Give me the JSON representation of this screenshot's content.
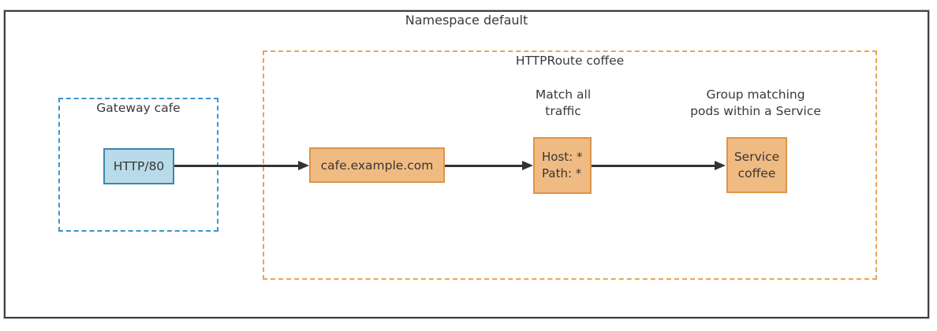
{
  "namespace": {
    "label": "Namespace default"
  },
  "gateway": {
    "label": "Gateway cafe",
    "listener_label": "HTTP/80"
  },
  "httproute": {
    "label": "HTTPRoute coffee",
    "hostname_label": "cafe.example.com",
    "match_annotation": {
      "line1": "Match all",
      "line2": "traffic"
    },
    "match_rule": {
      "host": "Host: *",
      "path": "Path: *"
    },
    "backend_annotation": {
      "line1": "Group matching",
      "line2": "pods within a Service"
    },
    "service": {
      "line1": "Service",
      "line2": "coffee"
    }
  },
  "colors": {
    "outer_border": "#3f3f3f",
    "gateway_dash": "#3a96cc",
    "gateway_node_fill": "#b9dae9",
    "gateway_node_border": "#3e87ad",
    "route_dash": "#eca259",
    "route_node_fill": "#f0bb82",
    "route_node_border": "#dd9447",
    "arrow": "#333333",
    "text": "#3a3a3a"
  }
}
